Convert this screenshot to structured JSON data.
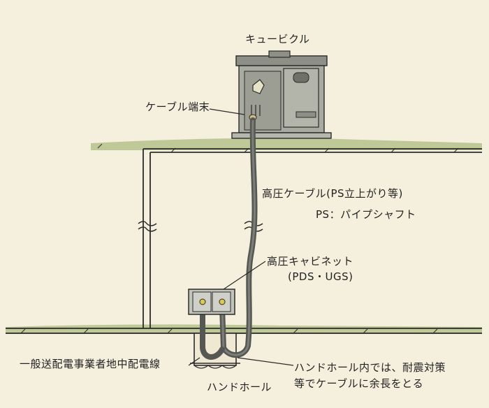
{
  "labels": {
    "cubicle": "キュービクル",
    "cable_terminal": "ケーブル端末",
    "hv_cable": "高圧ケーブル(PS立上がり等)",
    "ps_note": "PS：パイプシャフト",
    "hv_cabinet": "高圧キャビネット",
    "cabinet_types": "(PDS・UGS)",
    "utility_line": "一般送配電事業者地中配電線",
    "handhole": "ハンドホール",
    "handhole_note_1": "ハンドホール内では、耐震対策",
    "handhole_note_2": "等でケーブルに余長をとる"
  },
  "colors": {
    "background": "#f5f0dd",
    "ground_grass": "#b9c48f",
    "cubicle_body": "#a9aba0",
    "cabinet_body": "#c2c3bb",
    "line": "#2b2b2b"
  }
}
